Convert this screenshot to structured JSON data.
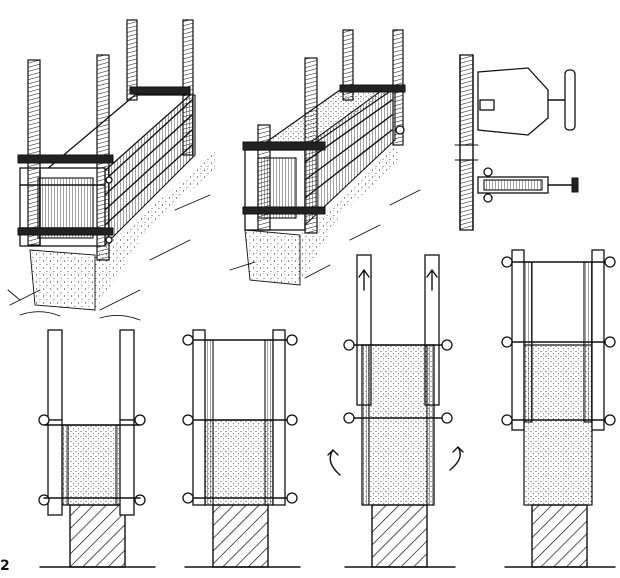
{
  "figure": {
    "number_label": "2"
  },
  "panels": {
    "top": [
      "perspective-formwork-start",
      "perspective-formwork-filled",
      "clamp-detail"
    ],
    "bottom": [
      "section-stage-1",
      "section-stage-2",
      "section-stage-3-lift",
      "section-stage-4"
    ]
  },
  "icons": {
    "lift_arrow": "arrow-up-icon",
    "rotate_arrow": "curved-arrow-icon"
  }
}
